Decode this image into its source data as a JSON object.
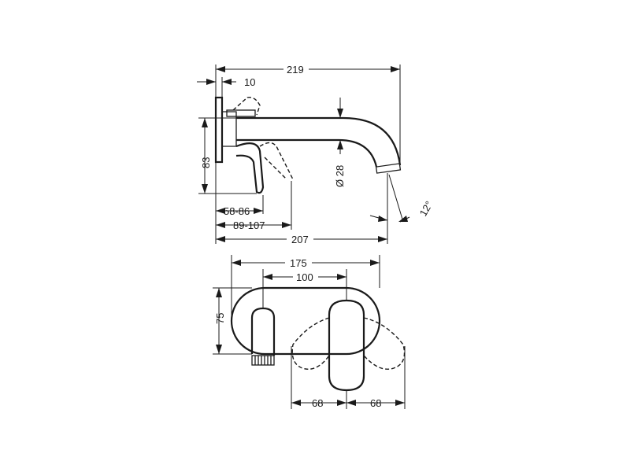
{
  "dimensions": {
    "total_depth": "219",
    "plate_thickness": "10",
    "height": "83",
    "spout_diameter": "Ø 28",
    "angle": "12°",
    "wall_range_1": "58-86",
    "wall_range_2": "89-107",
    "projection": "207",
    "plate_width": "175",
    "centers": "100",
    "plate_height": "75",
    "lever_left": "68",
    "lever_right": "68"
  }
}
